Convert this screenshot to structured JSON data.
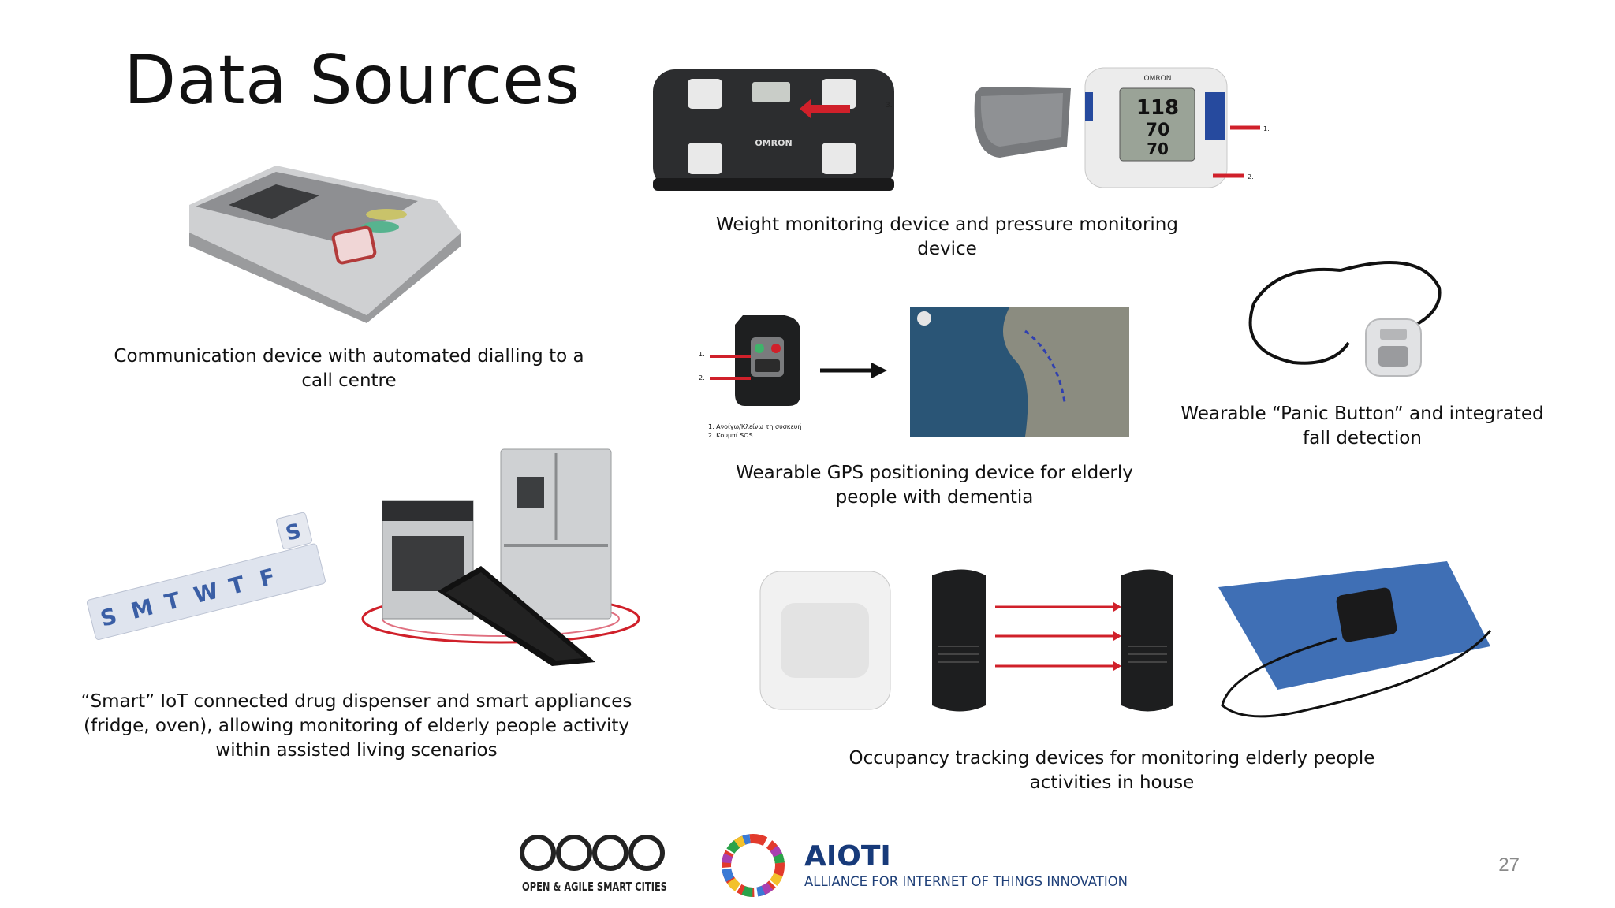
{
  "slide": {
    "title": "Data Sources",
    "page_number": "27"
  },
  "captions": {
    "communication": "Communication device with automated dialling to a call centre",
    "weight_pressure": "Weight monitoring device and pressure monitoring device",
    "gps": "Wearable GPS positioning device for elderly people with dementia",
    "panic": "Wearable “Panic Button” and integrated fall detection",
    "smart_iot": "“Smart” IoT connected drug dispenser and smart appliances (fridge, oven), allowing monitoring of elderly people activity within assisted living scenarios",
    "occupancy": "Occupancy tracking devices for monitoring elderly people activities in house"
  },
  "images": {
    "omron_brand": "OMRON",
    "bp_display": [
      "118",
      "70",
      "70"
    ],
    "gps_legend": [
      "1. Ανοίγω/Κλείνω τη συσκευή",
      "2. Κουμπί SOS"
    ],
    "pill_days": [
      "S",
      "M",
      "T",
      "W",
      "T",
      "F",
      "S"
    ]
  },
  "logos": {
    "oasc_name": "OPEN & AGILE SMART CITIES",
    "aioti_name": "AIOTI",
    "aioti_tagline": "ALLIANCE FOR INTERNET OF THINGS INNOVATION"
  },
  "colors": {
    "accent_red": "#d0202a",
    "mat_blue": "#3f6fb5"
  }
}
